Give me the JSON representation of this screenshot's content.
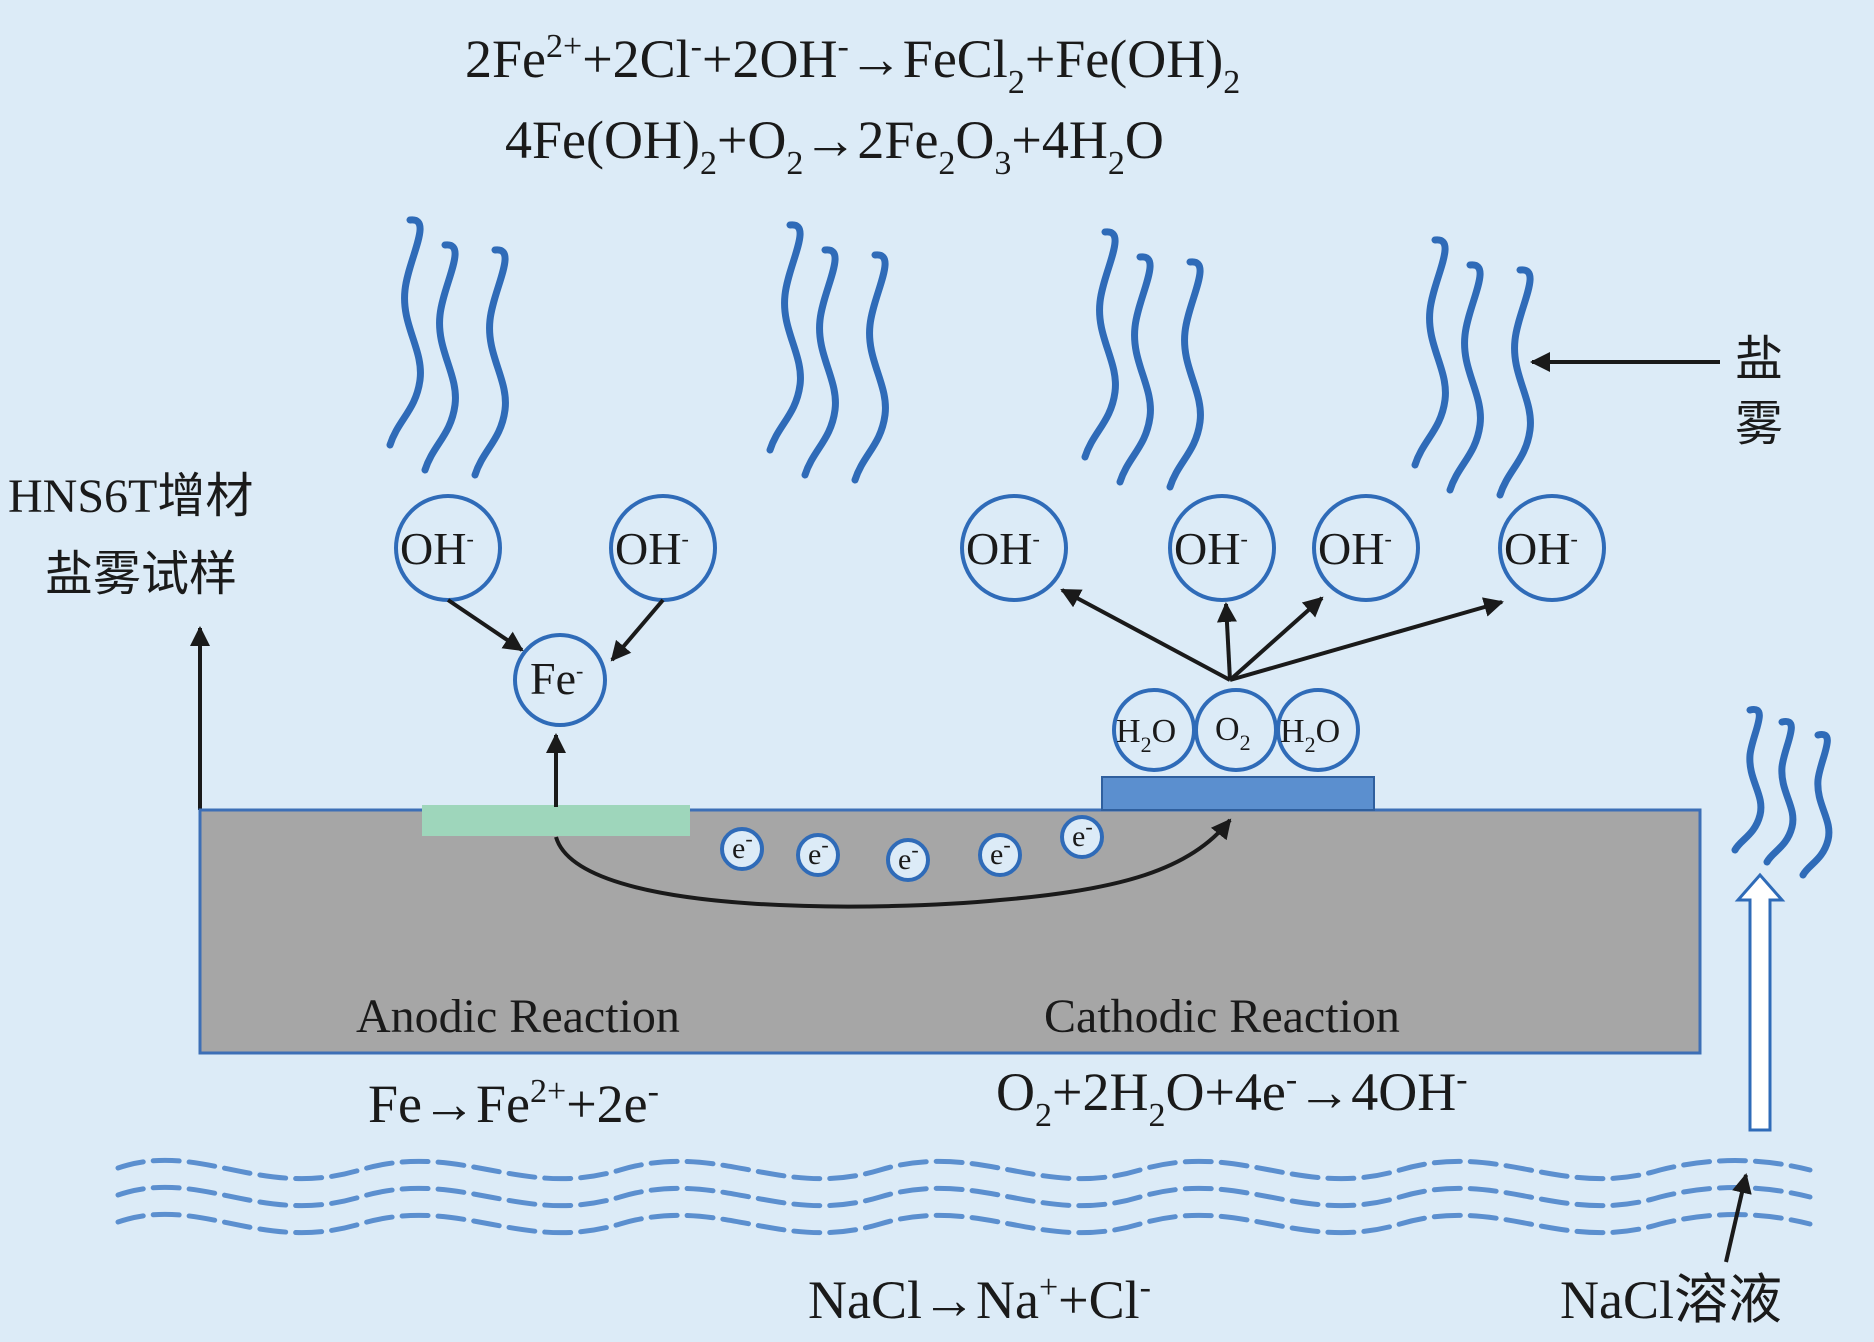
{
  "equations": {
    "line1": {
      "a": "2Fe",
      "a_sup": "2+",
      "b": "+2Cl",
      "b_sup": "-",
      "c": "+2OH",
      "c_sup": "-",
      "d": "→FeCl",
      "d_sub": "2",
      "e": "+Fe(OH)",
      "e_sub": "2"
    },
    "line2": {
      "a": "4Fe(OH)",
      "a_sub": "2",
      "b": "+O",
      "b_sub": "2",
      "c": "→2Fe",
      "c_sub": "2",
      "d": "O",
      "d_sub": "3",
      "e": "+4H",
      "e_sub": "2",
      "f": "O"
    }
  },
  "labels": {
    "salt_fog_line1": "盐",
    "salt_fog_line2": "雾",
    "sample_line1": "HNS6T增材",
    "sample_line2": "盐雾试样",
    "anodic_title": "Anodic Reaction",
    "cathodic_title": "Cathodic Reaction"
  },
  "anodic_eq": {
    "a": "Fe→Fe",
    "a_sup": "2+",
    "b": "+2e",
    "b_sup": "-"
  },
  "cathodic_eq": {
    "a": "O",
    "a_sub": "2",
    "b": "+2H",
    "b_sub": "2",
    "c": "O+4e",
    "c_sup": "-",
    "d": "→4OH",
    "d_sup": "-"
  },
  "nacl_eq": {
    "a": "NaCl→Na",
    "a_sup": "+",
    "b": "+Cl",
    "b_sup": "-"
  },
  "nacl_solution": "NaCl溶液",
  "ions": {
    "oh": "OH",
    "minus": "-",
    "fe": "Fe",
    "e": "e",
    "h": "H",
    "o": "O",
    "sub2": "2"
  },
  "colors": {
    "background": "#dcebf7",
    "metal": "#a6a6a6",
    "metal_border": "#3d6fb6",
    "fog": "#2f6bb8",
    "anode_patch": "#9ed6bb",
    "cathode_patch": "#5b8fcf",
    "arrow": "#1a1a1a"
  }
}
